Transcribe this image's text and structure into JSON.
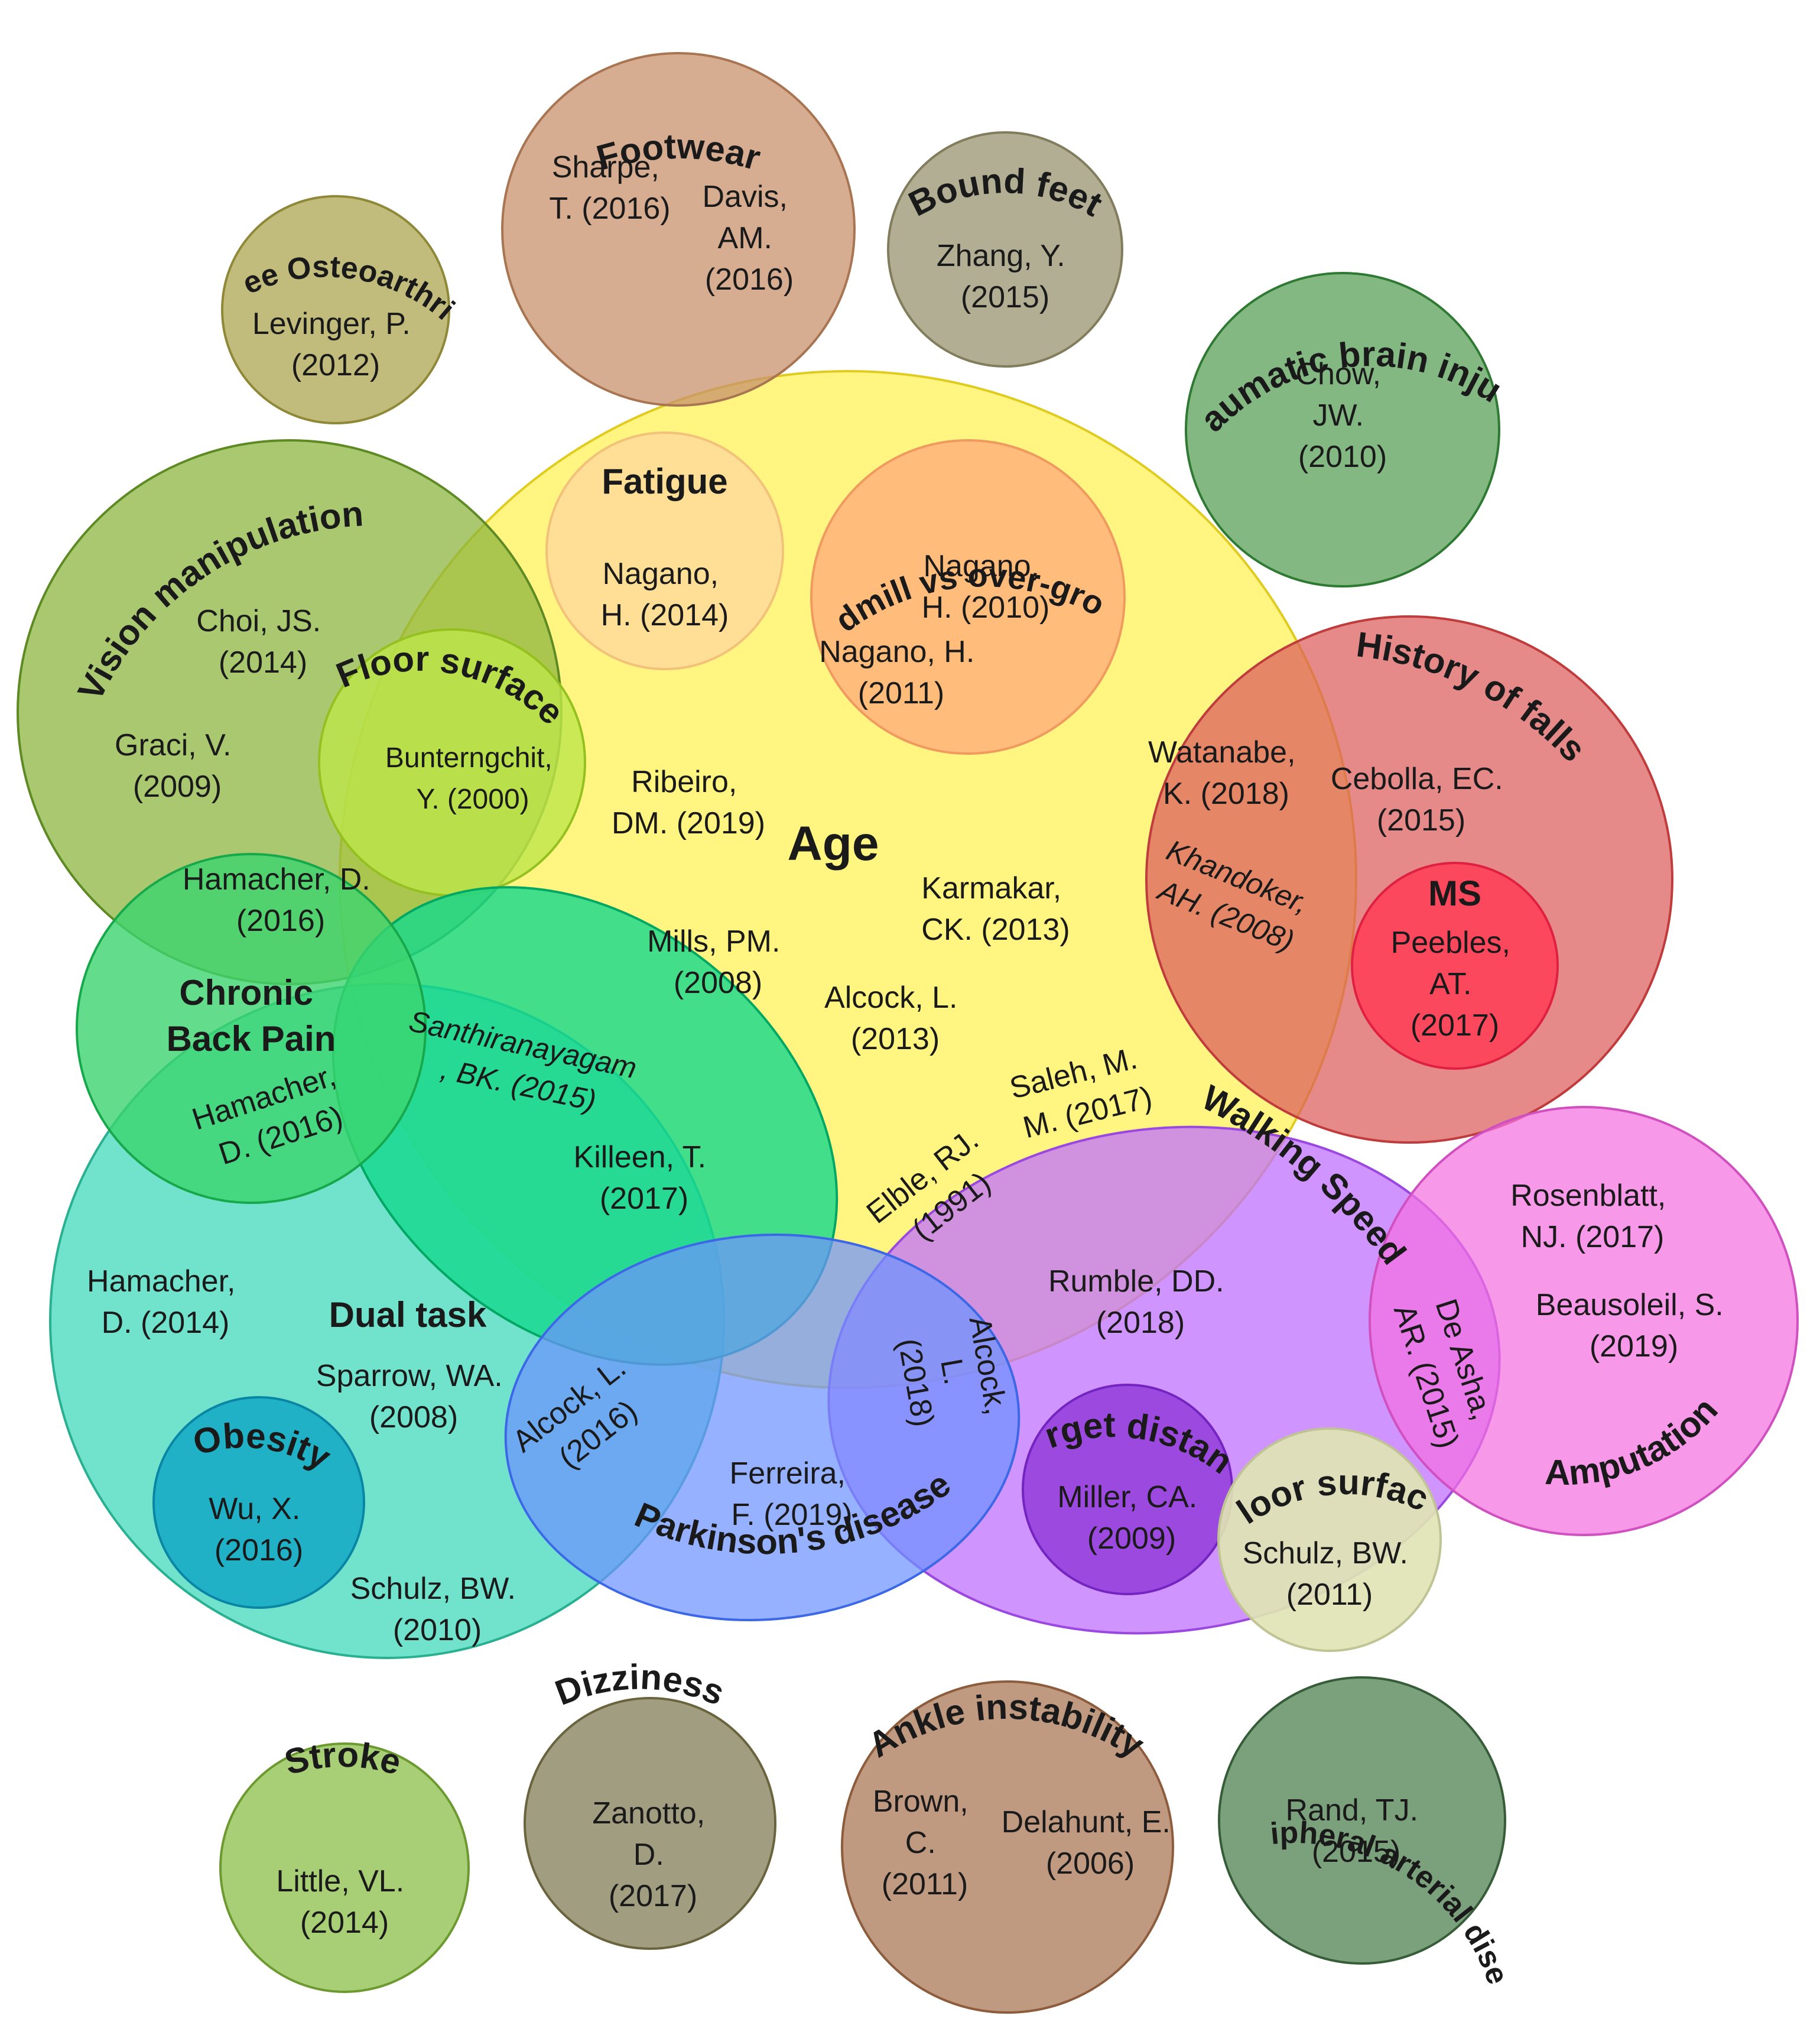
{
  "colors": {
    "age": "#fff36a",
    "footwear": "#c8926c",
    "bound_feet": "#9e9a78",
    "knee": "#b1ab5a",
    "tbi": "#4e9a4e",
    "vision": "#8db53f",
    "fatigue": "#ffd99a",
    "treadmill": "#ffb27a",
    "floor_surface_1": "#bde64a",
    "history_falls": "#db5c5c",
    "ms": "#ff3d55",
    "chronic_back": "#3cd46e",
    "santhira": "#14d88c",
    "dual_task": "#4ddcc0",
    "obesity": "#12a8c4",
    "parkinsons": "#6c93ff",
    "walking_speed": "#c070ff",
    "target_distance": "#9640dc",
    "floor_surface_2": "#e0e4b4",
    "amputation": "#f470e0",
    "stroke": "#92c254",
    "dizziness": "#8a8460",
    "ankle": "#ad7c5c",
    "pad": "#4f8250"
  },
  "groups": {
    "footwear": {
      "title": "Footwear",
      "ref1a": "Sharpe,",
      "ref1b": "T. (2016)",
      "ref2a": "Davis,",
      "ref2b": "AM.",
      "ref2c": "(2016)"
    },
    "bound_feet": {
      "title": "Bound feet",
      "ref1a": "Zhang, Y.",
      "ref1b": "(2015)"
    },
    "knee": {
      "title": "Knee Osteoarthritis",
      "ref1a": "Levinger, P.",
      "ref1b": "(2012)"
    },
    "tbi": {
      "title": "Traumatic brain injury",
      "ref1a": "Chow,",
      "ref1b": "JW.",
      "ref1c": "(2010)"
    },
    "vision": {
      "title": "Vision manipulation",
      "ref1a": "Choi, JS.",
      "ref1b": "(2014)",
      "ref2a": "Graci, V.",
      "ref2b": "(2009)"
    },
    "fatigue": {
      "title": "Fatigue",
      "ref1a": "Nagano,",
      "ref1b": "H. (2014)"
    },
    "treadmill": {
      "title": "Treadmill vs over-ground",
      "ref1a": "Nagano,",
      "ref1b": "H. (2010)",
      "ref2a": "Nagano, H.",
      "ref2b": "(2011)"
    },
    "floor_surface_1": {
      "title": "Floor surface",
      "ref1a": "Bunterngchit,",
      "ref1b": "Y. (2000)"
    },
    "age": {
      "title": "Age",
      "ref1a": "Ribeiro,",
      "ref1b": "DM. (2019)",
      "ref2a": "Karmakar,",
      "ref2b": "CK. (2013)",
      "ref3a": "Mills, PM.",
      "ref3b": "(2008)",
      "ref4a": "Alcock, L.",
      "ref4b": "(2013)"
    },
    "history_falls": {
      "title": "History of falls",
      "ref1a": "Watanabe,",
      "ref1b": "K. (2018)",
      "ref2a": "Cebolla, EC.",
      "ref2b": "(2015)",
      "ref3a": "Khandoker,",
      "ref3b": "AH. (2008)"
    },
    "ms": {
      "title": "MS",
      "ref1a": "Peebles,",
      "ref1b": "AT.",
      "ref1c": "(2017)"
    },
    "overlap_vision_back": {
      "ref1a": "Hamacher, D.",
      "ref1b": "(2016)"
    },
    "chronic_back": {
      "title_a": "Chronic",
      "title_b": "Back Pain",
      "ref1a": "Hamacher,",
      "ref1b": "D. (2016)"
    },
    "santhira": {
      "ref1a": "Santhiranayagam",
      "ref1b": ", BK. (2015)",
      "ref2a": "Killeen, T.",
      "ref2b": "(2017)"
    },
    "dual_task": {
      "title": "Dual task",
      "ref1a": "Hamacher,",
      "ref1b": "D. (2014)",
      "ref2a": "Sparrow, WA.",
      "ref2b": "(2008)",
      "ref3a": "Schulz, BW.",
      "ref3b": "(2010)"
    },
    "obesity": {
      "title": "Obesity",
      "ref1a": "Wu, X.",
      "ref1b": "(2016)"
    },
    "parkinsons": {
      "title": "Parkinson's disease",
      "ref1a": "Alcock, L.",
      "ref1b": "(2016)",
      "ref2a": "Ferreira,",
      "ref2b": "F. (2019)",
      "ref3a": "Alcock,",
      "ref3b": "L.",
      "ref3c": "(2018)"
    },
    "walking_speed": {
      "title": "Walking Speed",
      "ref1a": "Saleh, M.",
      "ref1b": "M. (2017)",
      "ref2a": "Elble, RJ.",
      "ref2b": "(1991)",
      "ref3a": "Rumble, DD.",
      "ref3b": "(2018)"
    },
    "target_distance": {
      "title": "Target distance",
      "ref1a": "Miller, CA.",
      "ref1b": "(2009)"
    },
    "floor_surface_2": {
      "title": "Floor surface",
      "ref1a": "Schulz, BW.",
      "ref1b": "(2011)"
    },
    "amputation": {
      "title": "Amputation",
      "ref1a": "Rosenblatt,",
      "ref1b": "NJ. (2017)",
      "ref2a": "Beausoleil, S.",
      "ref2b": "(2019)",
      "ref3a": "De Asha,",
      "ref3b": "AR. (2015)"
    },
    "stroke": {
      "title": "Stroke",
      "ref1a": "Little, VL.",
      "ref1b": "(2014)"
    },
    "dizziness": {
      "title": "Dizziness",
      "ref1a": "Zanotto,",
      "ref1b": "D.",
      "ref1c": "(2017)"
    },
    "ankle": {
      "title": "Ankle instability",
      "ref1a": "Brown,",
      "ref1b": "C.",
      "ref1c": "(2011)",
      "ref2a": "Delahunt, E.",
      "ref2b": "(2006)"
    },
    "pad": {
      "title": "Peripheral arterial disease",
      "ref1a": "Rand, TJ.",
      "ref1b": "(2015)"
    }
  }
}
